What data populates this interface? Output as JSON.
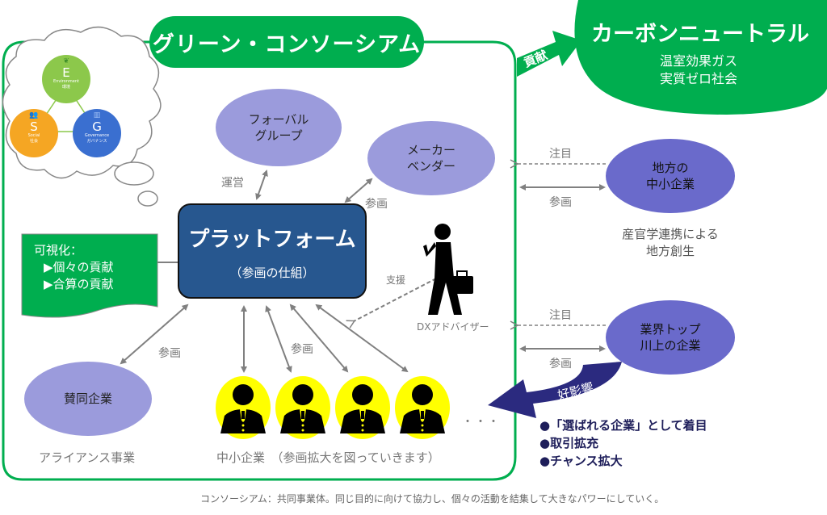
{
  "title": "グリーン・コンソーシアム",
  "contribution_arrow_label": "貢献",
  "carbon_neutral": {
    "title": "カーボンニュートラル",
    "subtitle": "温室効果ガス\n実質ゼロ社会"
  },
  "esg": {
    "e": {
      "letter": "E",
      "en": "Environment",
      "jp": "環境",
      "color": "#8cc84b",
      "icon": "leaf-icon"
    },
    "s": {
      "letter": "S",
      "en": "Social",
      "jp": "社会",
      "color": "#f5a623",
      "icon": "people-icon"
    },
    "g": {
      "letter": "G",
      "en": "Governance",
      "jp": "ガバナンス",
      "color": "#3a6fd0",
      "icon": "building-icon"
    }
  },
  "nodes": {
    "forval": "フォーバル\nグループ",
    "maker": "メーカー\nベンダー",
    "supporter": "賛同企業",
    "supporter_caption": "アライアンス事業",
    "regional": "地方の\n中小企業",
    "regional_caption": "産官学連携による\n地方創生",
    "industry_top": "業界トップ\n川上の企業"
  },
  "platform": {
    "title": "プラットフォーム",
    "subtitle": "（参画の仕組）"
  },
  "visualization": {
    "heading": "可視化：",
    "items": [
      "▶個々の貢献",
      "▶合算の貢献"
    ]
  },
  "edge_labels": {
    "operation": "運営",
    "participation_maker": "参画",
    "participation_supporter": "参画",
    "participation_sme": "参画",
    "support": "支援",
    "attention_regional": "注目",
    "participation_regional": "参画",
    "attention_top": "注目",
    "participation_top": "参画"
  },
  "dx_advisor": "DXアドバイザー",
  "sme_caption": "中小企業　（参画拡大を図っていきます）",
  "ellipsis": "・・・",
  "good_influence": {
    "label": "好影響",
    "bullets": [
      "●「選ばれる企業」として着目",
      "●取引拡充",
      "●チャンス拡大"
    ]
  },
  "footnote": "コンソーシアム：共同事業体。同じ目的に向けて協力し、個々の活動を結集して大きなパワーにしていく。",
  "colors": {
    "green": "#00ae4f",
    "platform_blue": "#27578f",
    "lavender": "#9b9bdc",
    "violet": "#6a6acb",
    "navy": "#2b2a7f",
    "yellow": "#ffff00",
    "arrow_gray": "#808080"
  }
}
